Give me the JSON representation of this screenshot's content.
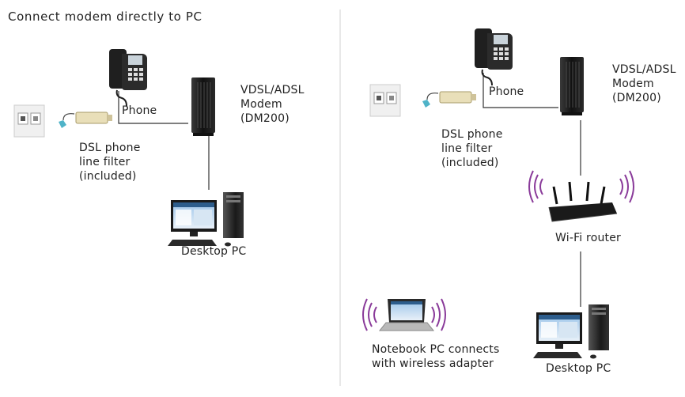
{
  "title": "Connect modem directly to PC",
  "left": {
    "phone_label": "Phone",
    "modem_label": [
      "VDSL/ADSL",
      "Modem",
      "(DM200)"
    ],
    "filter_label": [
      "DSL phone",
      "line filter",
      "(included)"
    ],
    "pc_label": "Desktop PC"
  },
  "right": {
    "phone_label": "Phone",
    "modem_label": [
      "VDSL/ADSL",
      "Modem",
      "(DM200)"
    ],
    "filter_label": [
      "DSL phone",
      "line filter",
      "(included)"
    ],
    "router_label": "Wi-Fi router",
    "notebook_label": [
      "Notebook PC connects",
      "with wireless adapter"
    ],
    "pc_label": "Desktop PC"
  },
  "colors": {
    "line": "#333333",
    "divider": "#d0d0d0",
    "wifi_waves": "#8a3b9a",
    "device_dark": "#1c1c1c",
    "filter_tip": "#4fb3c8"
  }
}
